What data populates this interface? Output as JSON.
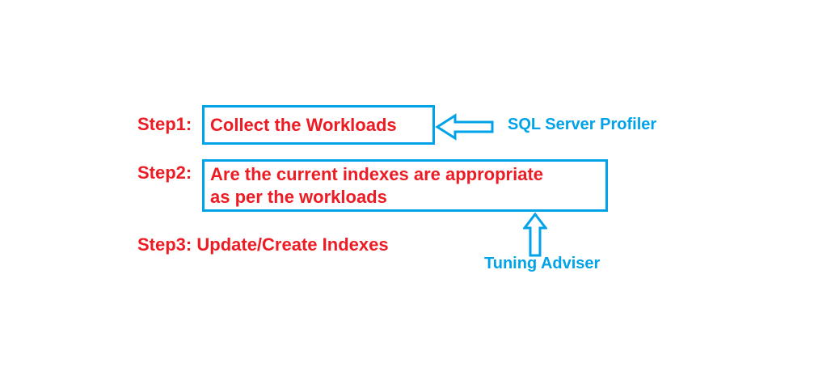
{
  "colors": {
    "red": "#ED1C24",
    "blue": "#00A2E8",
    "canvas_background": "#FFFFFF"
  },
  "steps": {
    "step1": {
      "label": "Step1:",
      "box_text": "Collect the Workloads"
    },
    "step2": {
      "label": "Step2:",
      "box_text_line1": "Are the current indexes are appropriate",
      "box_text_line2": "as per the workloads"
    },
    "step3": {
      "label": "Step3:",
      "text": "Update/Create Indexes"
    }
  },
  "annotations": {
    "profiler": {
      "text": "SQL Server Profiler",
      "icon": "left-arrow-icon",
      "points_to": "step1 box"
    },
    "tuning": {
      "text": "Tuning Adviser",
      "icon": "up-arrow-icon",
      "points_to": "step2 box"
    }
  }
}
